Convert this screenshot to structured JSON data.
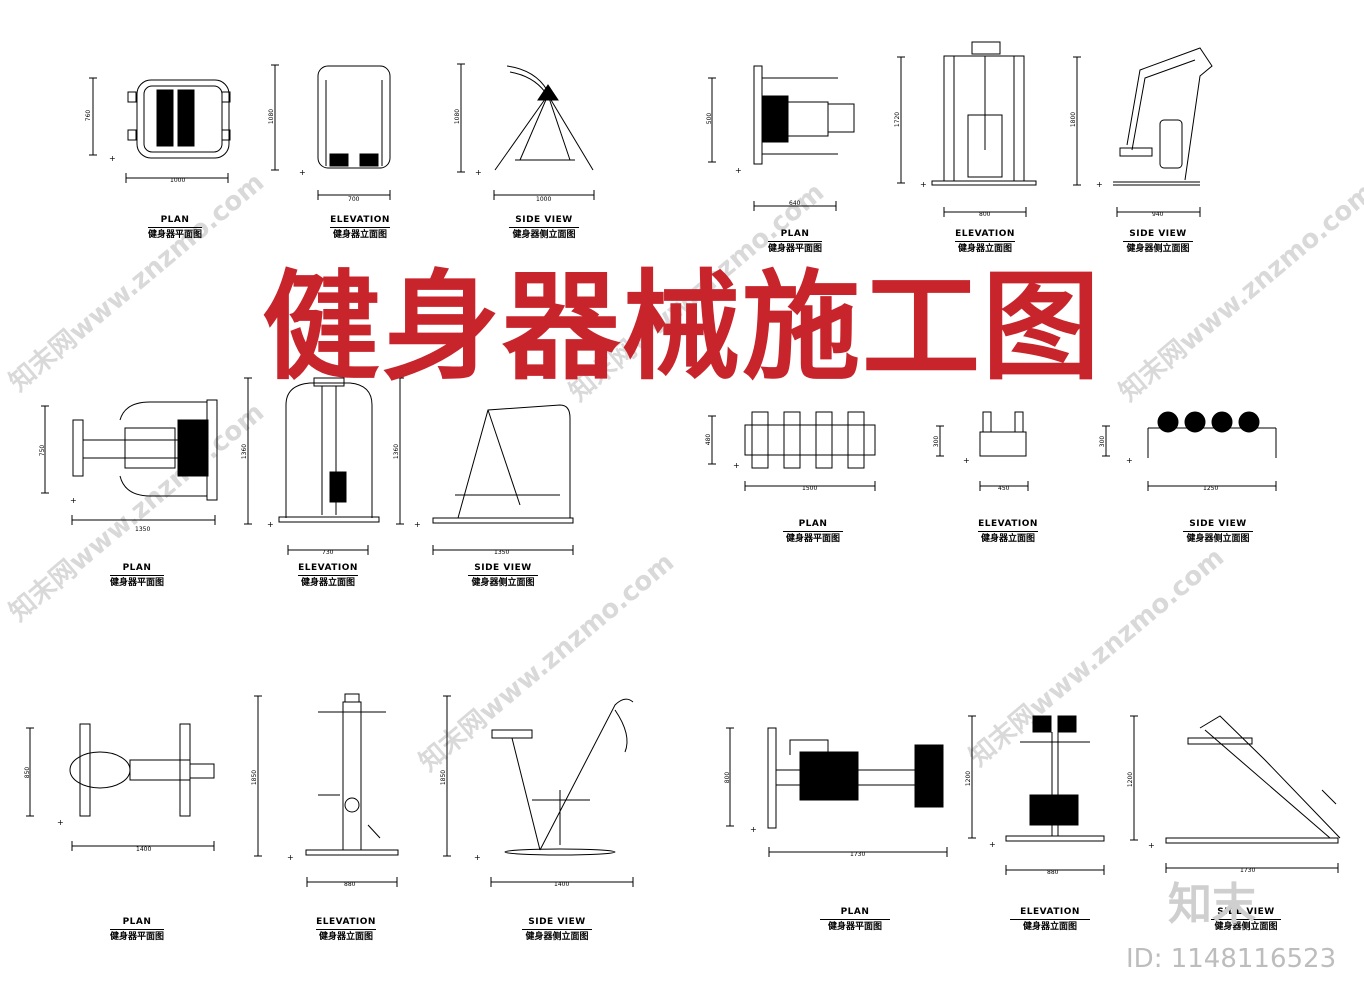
{
  "title": "健身器械施工图",
  "watermark": "知末网www.znzmo.com",
  "brand": "知末",
  "image_id": "ID: 1148116523",
  "colors": {
    "title": "#c8242b",
    "line": "#000000",
    "watermark": "#d9d9d9"
  },
  "groups": [
    {
      "plan": {
        "en": "PLAN",
        "zh": "健身器平面图",
        "w": "1000",
        "h": "760"
      },
      "elevation": {
        "en": "ELEVATION",
        "zh": "健身器立面图",
        "w": "700",
        "h": "1080"
      },
      "side": {
        "en": "SIDE VIEW",
        "zh": "健身器侧立面图",
        "w": "1000",
        "h": "1080"
      }
    },
    {
      "plan": {
        "en": "PLAN",
        "zh": "健身器平面图",
        "w": "640",
        "h": "500"
      },
      "elevation": {
        "en": "ELEVATION",
        "zh": "健身器立面图",
        "w": "800",
        "h": "1720"
      },
      "side": {
        "en": "SIDE VIEW",
        "zh": "健身器侧立面图",
        "w": "940",
        "h": "1800"
      }
    },
    {
      "plan": {
        "en": "PLAN",
        "zh": "健身器平面图",
        "w": "1350",
        "h": "750"
      },
      "elevation": {
        "en": "ELEVATION",
        "zh": "健身器立面图",
        "w": "730",
        "h": "1360"
      },
      "side": {
        "en": "SIDE VIEW",
        "zh": "健身器侧立面图",
        "w": "1350",
        "h": "1360"
      }
    },
    {
      "plan": {
        "en": "PLAN",
        "zh": "健身器平面图",
        "w": "1500",
        "h": "480"
      },
      "elevation": {
        "en": "ELEVATION",
        "zh": "健身器立面图",
        "w": "450",
        "h": "300"
      },
      "side": {
        "en": "SIDE VIEW",
        "zh": "健身器侧立面图",
        "w": "1250",
        "h": "300"
      }
    },
    {
      "plan": {
        "en": "PLAN",
        "zh": "健身器平面图",
        "w": "1400",
        "h": "850"
      },
      "elevation": {
        "en": "ELEVATION",
        "zh": "健身器立面图",
        "w": "880",
        "h": "1850"
      },
      "side": {
        "en": "SIDE VIEW",
        "zh": "健身器侧立面图",
        "w": "1400",
        "h": "1850"
      }
    },
    {
      "plan": {
        "en": "PLAN",
        "zh": "健身器平面图",
        "w": "1730",
        "h": "800"
      },
      "elevation": {
        "en": "ELEVATION",
        "zh": "健身器立面图",
        "w": "880",
        "h": "1200"
      },
      "side": {
        "en": "SIDE VIEW",
        "zh": "健身器侧立面图",
        "w": "1730",
        "h": "1200"
      }
    }
  ]
}
